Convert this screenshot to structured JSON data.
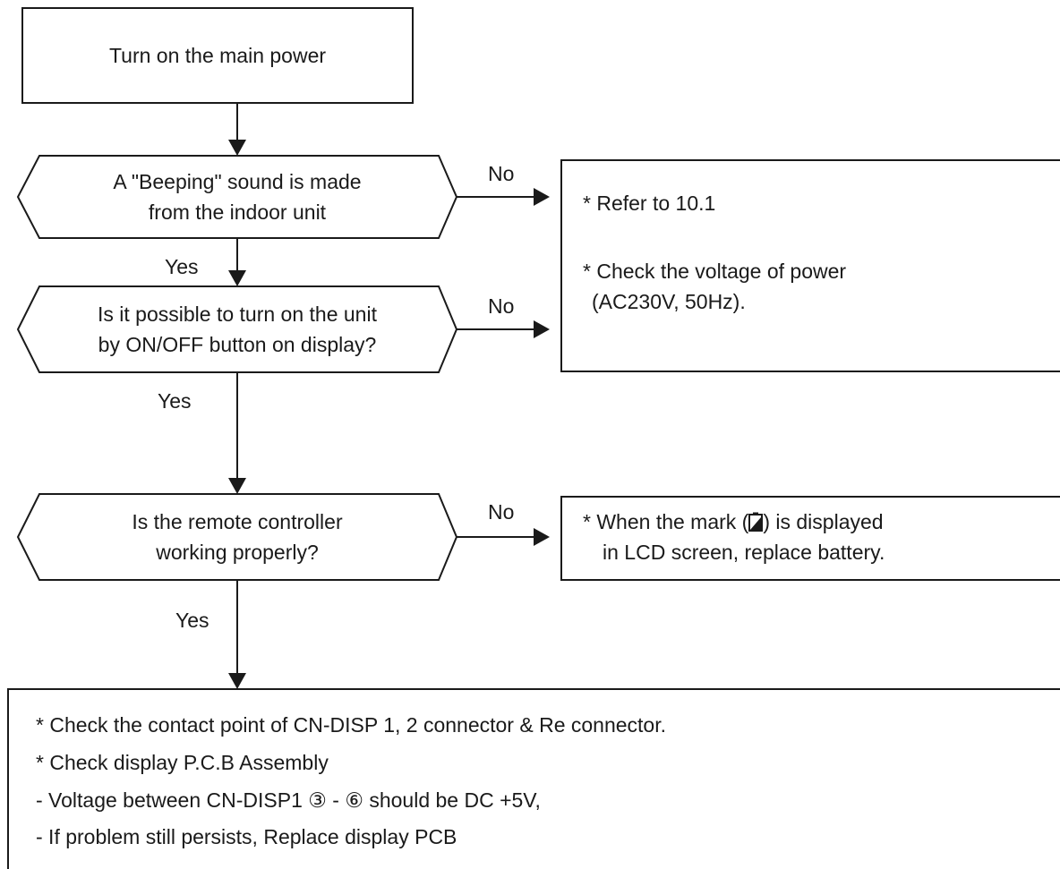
{
  "start": {
    "text": "Turn on the main power"
  },
  "decisions": [
    {
      "line1": "A \"Beeping\" sound is made",
      "line2": "from the indoor unit",
      "yes": "Yes",
      "no": "No"
    },
    {
      "line1": "Is it possible to turn on the unit",
      "line2": "by ON/OFF button on display?",
      "yes": "Yes",
      "no": "No"
    },
    {
      "line1": "Is the remote controller",
      "line2": "working properly?",
      "yes": "Yes",
      "no": "No"
    }
  ],
  "power_box": {
    "line1": "* Refer to 10.1",
    "line2": "* Check the voltage of power",
    "line3": "(AC230V, 50Hz)."
  },
  "remote_box": {
    "line1_prefix": "* When the mark (",
    "line1_suffix": ") is displayed",
    "line2": "in LCD screen, replace battery."
  },
  "final_box": {
    "lines": [
      "* Check the contact point of CN-DISP 1, 2 connector & Re connector.",
      "* Check display P.C.B Assembly",
      "- Voltage between CN-DISP1 ③ - ⑥ should be  DC +5V,",
      "- If  problem still persists,  Replace display PCB"
    ]
  },
  "colors": {
    "line": "#1a1a1a",
    "background": "#ffffff"
  }
}
